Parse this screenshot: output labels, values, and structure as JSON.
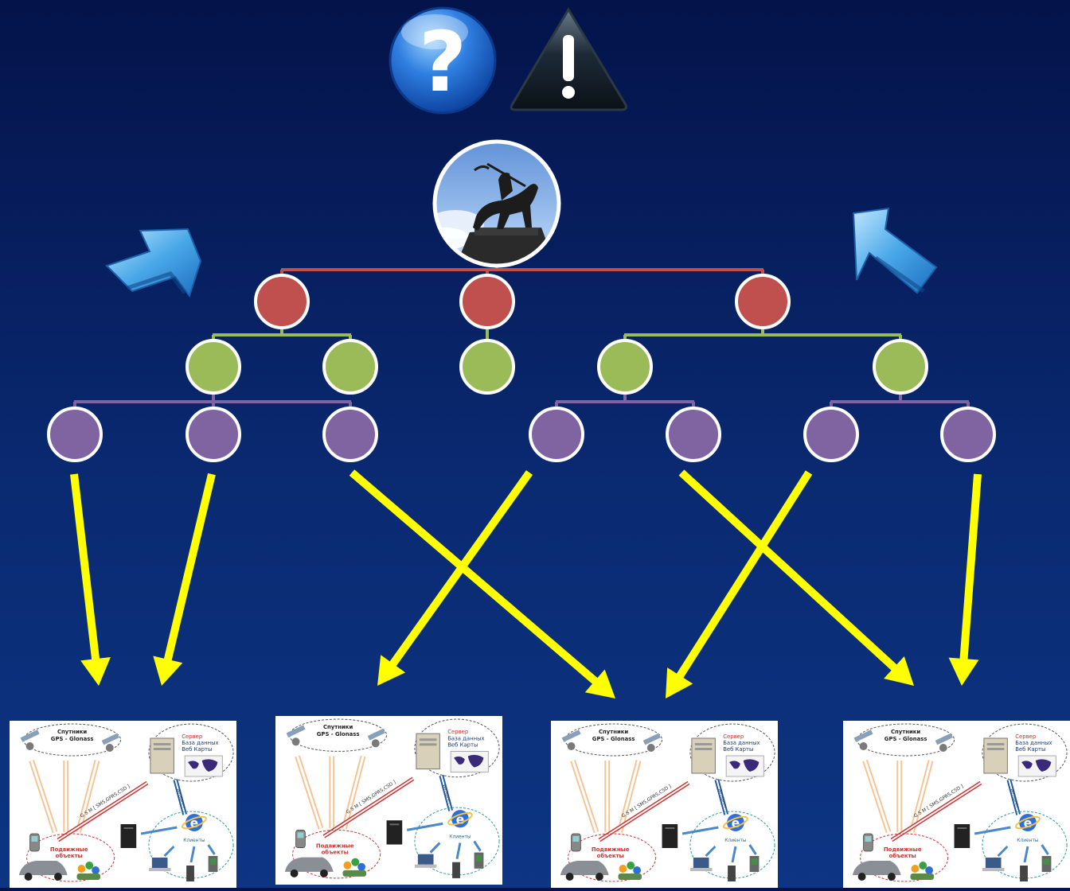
{
  "colors": {
    "background_top": "#04134a",
    "background_bottom": "#0d3583",
    "level1_node": "#c0504d",
    "level2_node": "#9bbb59",
    "level3_node": "#8064a2",
    "level1_line": "#c0504d",
    "level2_line": "#9bbb59",
    "level3_line": "#8064a2",
    "node_border": "#ffffff",
    "yellow_arrow": "#ffff00",
    "blue_arrow": "#4aa8e8"
  },
  "icons": [
    "question-mark-icon",
    "warning-triangle-icon",
    "blue-arrow-icon",
    "monument-photo"
  ],
  "tree": {
    "root": "monument-photo",
    "level1_count": 3,
    "level2_count": 5,
    "level3_count": 7
  },
  "arrows": {
    "from_leaf_to_diagram": [
      {
        "from": 1,
        "to": 1
      },
      {
        "from": 2,
        "to": 1
      },
      {
        "from": 3,
        "to": 3
      },
      {
        "from": 4,
        "to": 2
      },
      {
        "from": 5,
        "to": 4
      },
      {
        "from": 6,
        "to": 3
      },
      {
        "from": 7,
        "to": 4
      }
    ]
  },
  "system_diagram": {
    "satellites": "Спутники\nGPS - Glonass",
    "satellites_line1": "Спутники",
    "satellites_line2": "GPS - Glonass",
    "server_line1": "Сервер",
    "server_line2": "База данных",
    "server_line3": "Веб Карты",
    "gsm_link": "G S M  [ SMS,GPRS,CSD ]",
    "internet_link": "Интернет",
    "clients": "Клиенты",
    "mobile_line1": "Подвижные",
    "mobile_line2": "объекты"
  }
}
